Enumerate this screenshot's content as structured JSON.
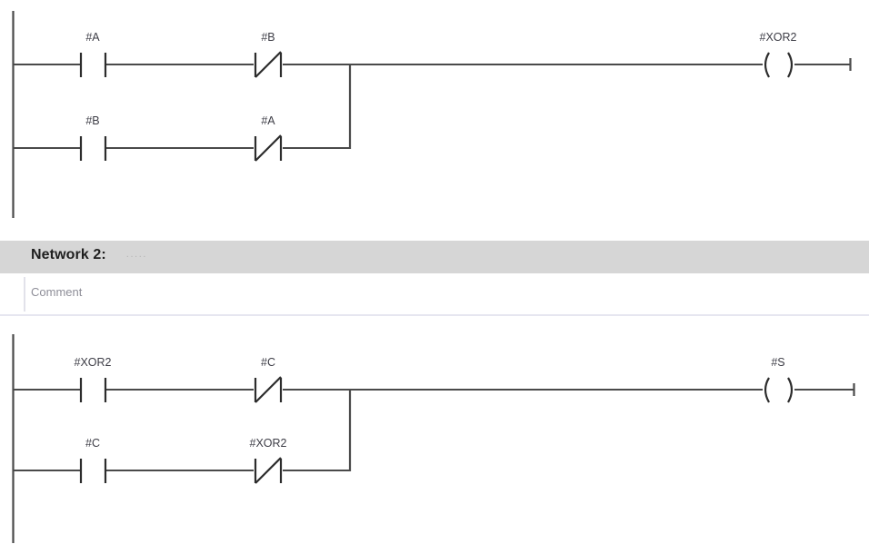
{
  "app": {
    "kind": "plc-ladder-logic-editor",
    "background": "#ffffff",
    "line_color": "#4a4a4a",
    "label_color": "#3d3d46",
    "header_bg": "#d6d6d6",
    "divider_color": "#e6e6f0",
    "comment_color": "#8e8e98"
  },
  "networks": [
    {
      "id": "network-1",
      "header_visible": false,
      "header": {
        "title": "",
        "placeholder": ""
      },
      "comment_visible": false,
      "comment": {
        "text": ""
      },
      "coil": {
        "label": "#XOR2",
        "type": "coil-output"
      },
      "branches": [
        {
          "id": "branch-1",
          "contacts": [
            {
              "label": "#A",
              "type": "contact-no"
            },
            {
              "label": "#B",
              "type": "contact-nc"
            }
          ]
        },
        {
          "id": "branch-2",
          "contacts": [
            {
              "label": "#B",
              "type": "contact-no"
            },
            {
              "label": "#A",
              "type": "contact-nc"
            }
          ]
        }
      ]
    },
    {
      "id": "network-2",
      "header_visible": true,
      "header": {
        "title": "Network 2:",
        "placeholder": "....."
      },
      "comment_visible": true,
      "comment": {
        "text": "Comment"
      },
      "coil": {
        "label": "#S",
        "type": "coil-output"
      },
      "branches": [
        {
          "id": "branch-1",
          "contacts": [
            {
              "label": "#XOR2",
              "type": "contact-no"
            },
            {
              "label": "#C",
              "type": "contact-nc"
            }
          ]
        },
        {
          "id": "branch-2",
          "contacts": [
            {
              "label": "#C",
              "type": "contact-no"
            },
            {
              "label": "#XOR2",
              "type": "contact-nc"
            }
          ]
        }
      ]
    }
  ]
}
